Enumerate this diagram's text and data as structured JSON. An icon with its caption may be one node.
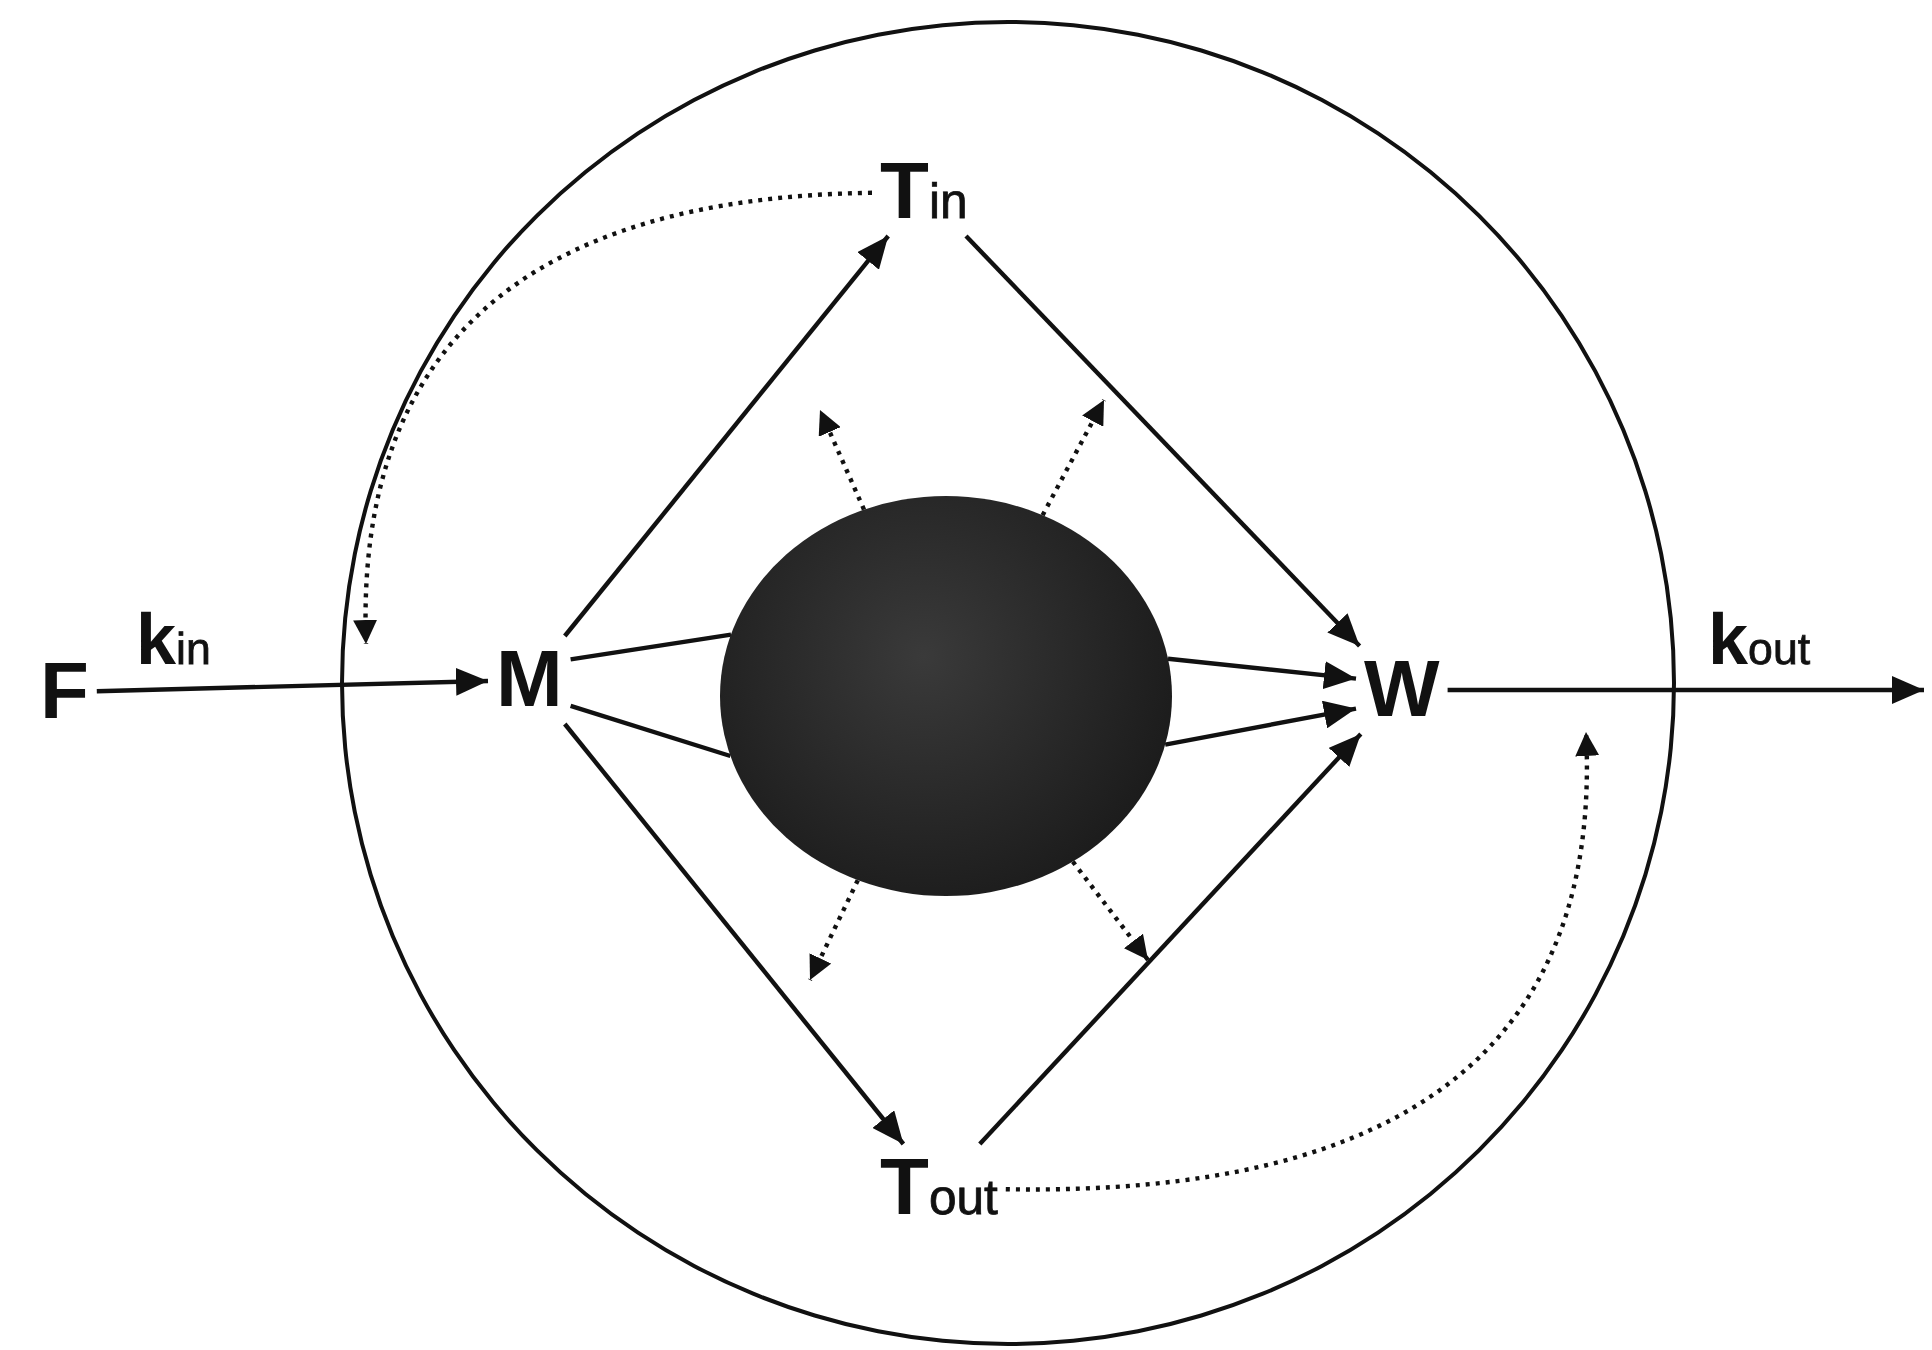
{
  "diagram": {
    "nodes": [
      {
        "text": [],
        "shape": "circle"
      },
      {
        "text": [
          "T$_{in}$"
        ],
        "in": 0
      },
      {
        "text": [
          "F"
        ]
      },
      {
        "text": [
          "M"
        ],
        "in": 0
      },
      {
        "text": [],
        "shape": "circle",
        "in": 0
      },
      {
        "text": [
          "W"
        ],
        "in": 0
      },
      {
        "text": [
          "T$_{out}$"
        ],
        "in": 0
      }
    ],
    "edges": [
      {
        "from": 2,
        "to": 3,
        "arrow": "to",
        "label": "k$_{in}$"
      },
      {
        "from": 3,
        "to": 1,
        "arrow": "to"
      },
      {
        "from": 3,
        "to": 6,
        "arrow": "to"
      },
      {
        "from": 1,
        "to": 5,
        "arrow": "to"
      },
      {
        "from": 6,
        "to": 5,
        "arrow": "to"
      },
      {
        "from": 3,
        "to": 4,
        "arrow": "none"
      },
      {
        "from": 3,
        "to": 4,
        "arrow": "none"
      },
      {
        "from": 4,
        "to": 5,
        "arrow": "to"
      },
      {
        "from": 4,
        "to": 5,
        "arrow": "to"
      },
      {
        "from": 5,
        "to": null,
        "arrow": "to",
        "label": "k$_{out}$"
      },
      {
        "from": 1,
        "to": null,
        "arrow": "to",
        "style": "dashed"
      },
      {
        "from": 6,
        "to": null,
        "arrow": "to",
        "style": "dashed"
      },
      {
        "from": 4,
        "to": null,
        "arrow": "to",
        "style": "dashed"
      },
      {
        "from": 4,
        "to": null,
        "arrow": "to",
        "style": "dashed"
      },
      {
        "from": 4,
        "to": null,
        "arrow": "to",
        "style": "dashed"
      },
      {
        "from": 4,
        "to": null,
        "arrow": "to",
        "style": "dashed"
      }
    ]
  }
}
